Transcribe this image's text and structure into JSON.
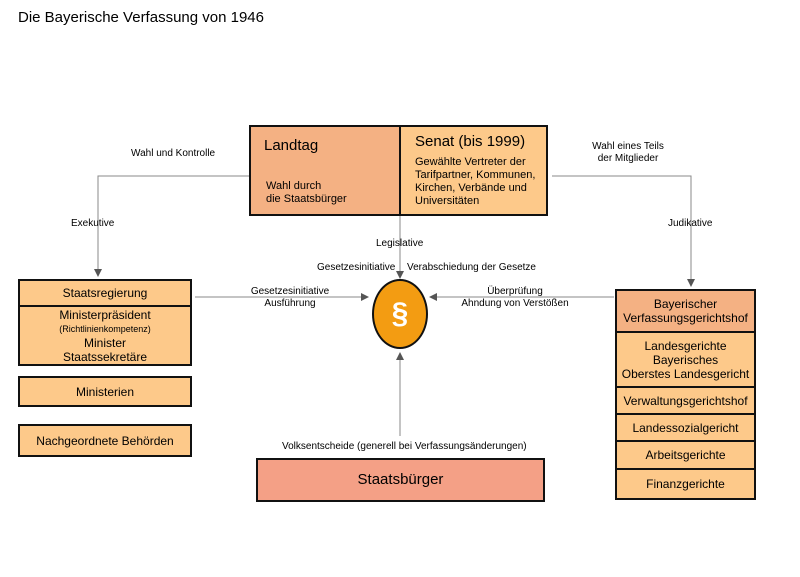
{
  "title": "Die Bayerische Verfassung von 1946",
  "legislature": {
    "landtag": {
      "heading": "Landtag",
      "line1": "Wahl durch",
      "line2": "die Staatsbürger"
    },
    "senat": {
      "heading": "Senat (bis 1999)",
      "lines": [
        "Gewählte Vertreter der",
        "Tarifpartner, Kommunen,",
        "Kirchen, Verbände und",
        "Universitäten"
      ]
    }
  },
  "labels": {
    "wahl_kontrolle": "Wahl und Kontrolle",
    "wahl_teils_1": "Wahl eines Teils",
    "wahl_teils_2": "der Mitglieder",
    "exekutive": "Exekutive",
    "judikative": "Judikative",
    "legislative": "Legislative",
    "gesetzesinitiative": "Gesetzesinitiative",
    "verabschiedung": "Verabschiedung der Gesetze",
    "gesetzesinitiative_left": "Gesetzesinitiative",
    "ausfuehrung": "Ausführung",
    "ueberpruefung": "Überprüfung",
    "ahndung": "Ahndung von Verstößen",
    "volksentscheide": "Volksentscheide (generell bei Verfassungsänderungen)"
  },
  "center_symbol": "§",
  "executive": {
    "staatsregierung": "Staatsregierung",
    "ministerpraesident": "Ministerpräsident",
    "richtlinien": "(Richtlinienkompetenz)",
    "minister": "Minister",
    "staatssekretaere": "Staatssekretäre",
    "ministerien": "Ministerien",
    "behoerden": "Nachgeordnete Behörden"
  },
  "judiciary": {
    "vgh_1": "Bayerischer",
    "vgh_2": "Verfassungsgerichtshof",
    "lg_1": "Landesgerichte",
    "lg_2": "Bayerisches",
    "lg_3": "Oberstes Landesgericht",
    "verwaltung": "Verwaltungsgerichtshof",
    "sozial": "Landessozialgericht",
    "arbeit": "Arbeitsgerichte",
    "finanz": "Finanzgerichte"
  },
  "citizens": "Staatsbürger",
  "colors": {
    "light": "#fdc98a",
    "salmon": "#f4b183",
    "coral": "#f4a086",
    "orange": "#f39c12"
  }
}
